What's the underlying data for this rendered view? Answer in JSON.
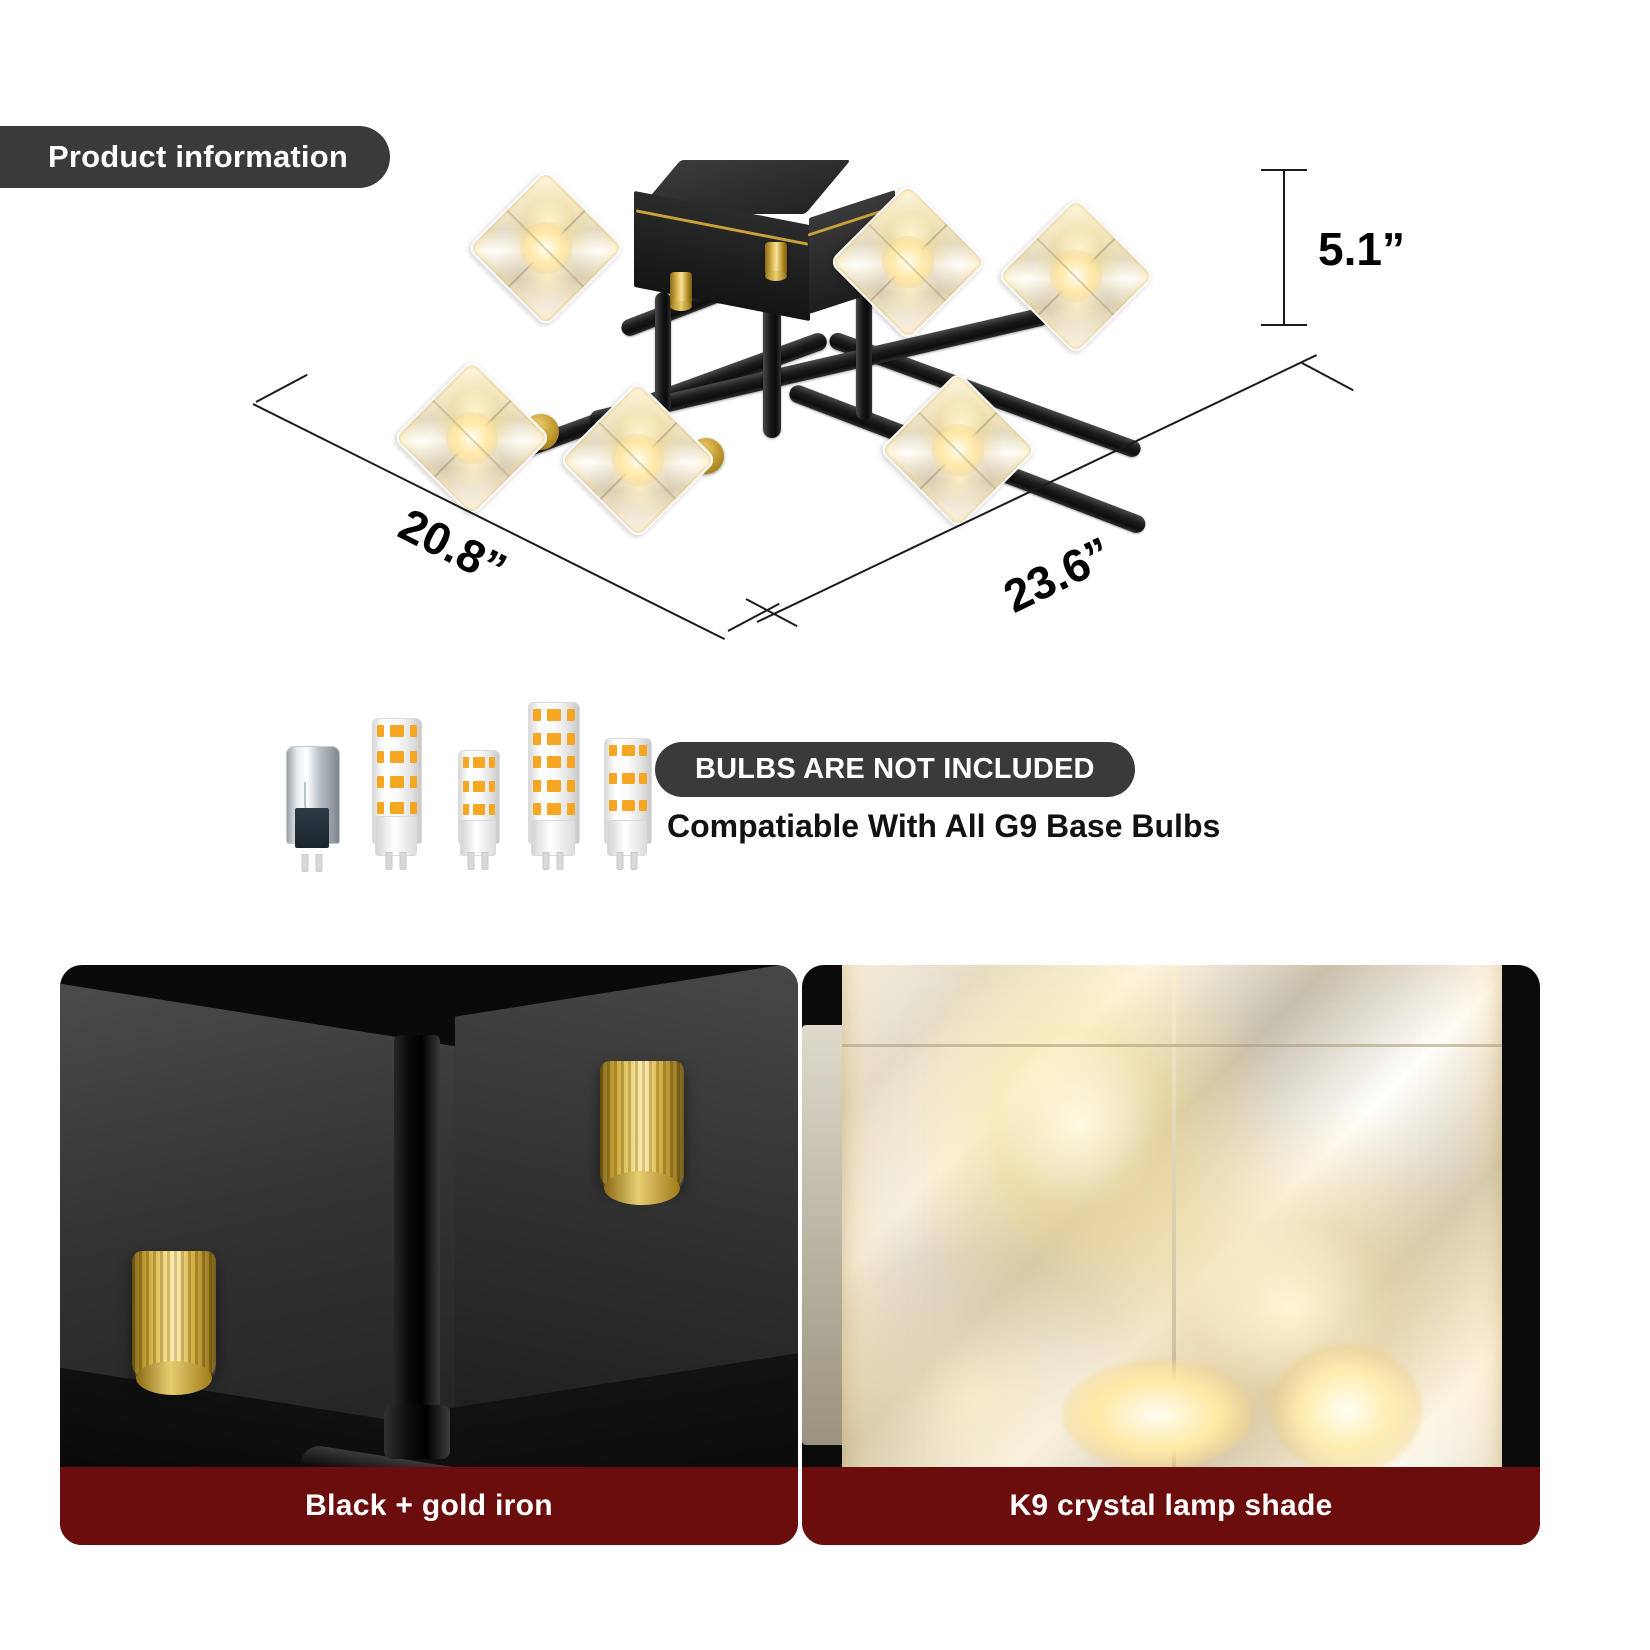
{
  "badges": {
    "product_information": "Product information",
    "bulbs_not_included": "BULBS ARE NOT INCLUDED"
  },
  "compatibility": {
    "text": "Compatiable With All G9 Base Bulbs"
  },
  "dimensions": {
    "height": "5.1”",
    "depth": "20.8”",
    "width": "23.6”"
  },
  "panels": [
    {
      "caption": "Black + gold iron"
    },
    {
      "caption": "K9 crystal lamp shade"
    }
  ],
  "bulbs": [
    {
      "name": "g9-halogen-capsule-bulb"
    },
    {
      "name": "g9-led-corn-bulb-frosted-tall"
    },
    {
      "name": "g9-led-corn-bulb-small"
    },
    {
      "name": "g9-led-corn-bulb-clear-tall"
    },
    {
      "name": "g9-led-corn-bulb-flat"
    }
  ],
  "colors": {
    "badge_background": "#3a3a3a",
    "caption_background": "#6b0d0d",
    "gold_accent": "#c9a13a",
    "iron_black": "#121212",
    "page_background": "#ffffff"
  }
}
